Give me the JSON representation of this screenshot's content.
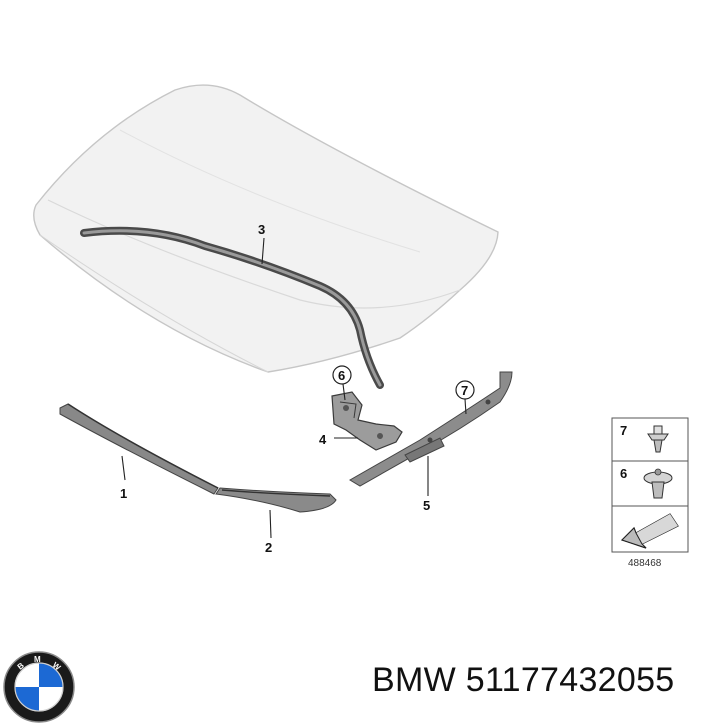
{
  "callouts": {
    "c1": "1",
    "c2": "2",
    "c3": "3",
    "c4": "4",
    "c5": "5",
    "c6": "6",
    "c7": "7"
  },
  "legend": {
    "row1_number": "7",
    "row2_number": "6"
  },
  "diagram_id": "488468",
  "caption": "BMW 51177432055",
  "logo_letters": "BMW",
  "colors": {
    "hood_fill": "#f1f1f1",
    "hood_stroke": "#c8c8c8",
    "seal_dark": "#4a4a4a",
    "seal_light": "#9a9a9a",
    "logo_blue": "#1c69d4"
  }
}
